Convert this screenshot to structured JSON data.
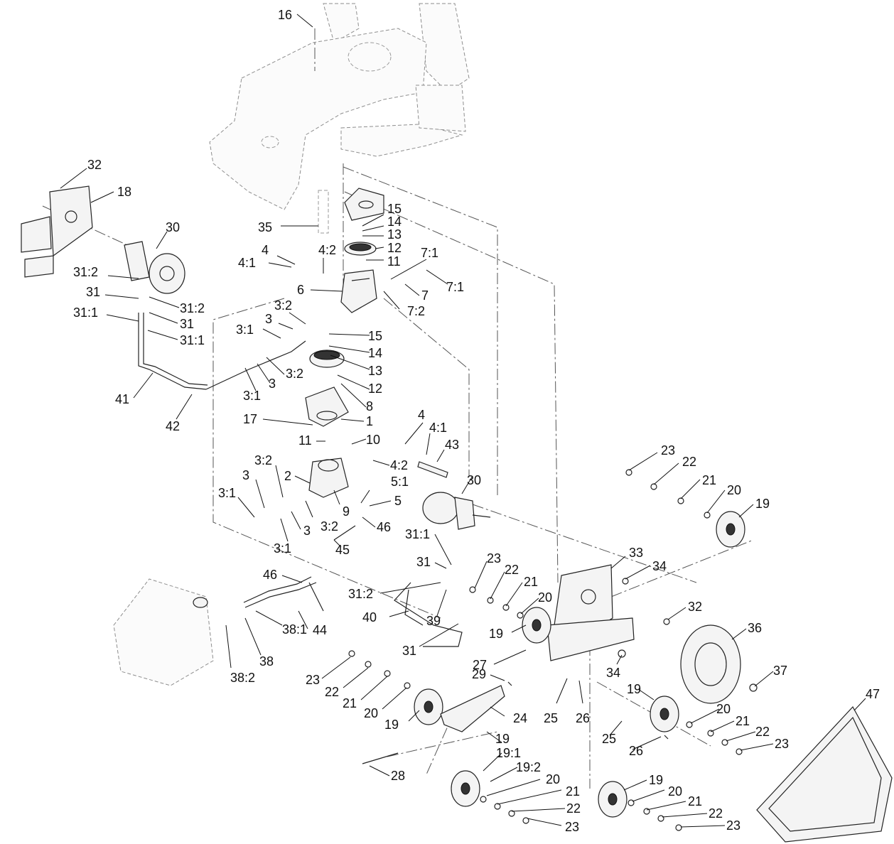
{
  "labels": {
    "l16": "16",
    "l32a": "32",
    "l18": "18",
    "l30a": "30",
    "l35": "35",
    "l15a": "15",
    "l14a": "14",
    "l13a": "13",
    "l12a": "12",
    "l11a": "11",
    "l4a": "4",
    "l4_1a": "4:1",
    "l4_2a": "4:2",
    "l7_1a": "7:1",
    "l7_1b": "7:1",
    "l7": "7",
    "l7_2": "7:2",
    "l6": "6",
    "l31_2a": "31:2",
    "l31a": "31",
    "l31_1a": "31:1",
    "l31_2b": "31:2",
    "l31b": "31",
    "l31_1b": "31:1",
    "l3_2a": "3:2",
    "l3a": "3",
    "l3_1a": "3:1",
    "l15b": "15",
    "l14b": "14",
    "l13b": "13",
    "l12b": "12",
    "l8": "8",
    "l3_2b": "3:2",
    "l3b": "3",
    "l3_1b": "3:1",
    "l41": "41",
    "l42": "42",
    "l17": "17",
    "l1": "1",
    "l11b": "11",
    "l10": "10",
    "l4b": "4",
    "l4_1b": "4:1",
    "l43": "43",
    "l4_2b": "4:2",
    "l3_2c": "3:2",
    "l3c": "3",
    "l3_1c": "3:1",
    "l2": "2",
    "l5_1": "5:1",
    "l5": "5",
    "l9": "9",
    "l3_2d": "3:2",
    "l3d": "3",
    "l3_1d": "3:1",
    "l46a": "46",
    "l45": "45",
    "l46b": "46",
    "l30b": "30",
    "l31_1c": "31:1",
    "l31c": "31",
    "l31_2c": "31:2",
    "l40": "40",
    "l39": "39",
    "l31d": "31",
    "l44": "44",
    "l38_1": "38:1",
    "l38": "38",
    "l38_2": "38:2",
    "l23a": "23",
    "l22a": "22",
    "l21a": "21",
    "l20a": "20",
    "l19a": "19",
    "l33": "33",
    "l34a": "34",
    "l32b": "32",
    "l23b": "23",
    "l22b": "22",
    "l21b": "21",
    "l20b": "20",
    "l19b": "19",
    "l36": "36",
    "l37": "37",
    "l34b": "34",
    "l27": "27",
    "l29": "29",
    "l25a": "25",
    "l26a": "26",
    "l24": "24",
    "l23c": "23",
    "l22c": "22",
    "l21c": "21",
    "l20c": "20",
    "l19c": "19",
    "l19d": "19",
    "l20d": "20",
    "l21d": "21",
    "l22d": "22",
    "l23d": "23",
    "l25b": "25",
    "l26b": "26",
    "l47": "47",
    "l19e": "19",
    "l19_1": "19:1",
    "l19_2": "19:2",
    "l20e": "20",
    "l21e": "21",
    "l22e": "22",
    "l23e": "23",
    "l28": "28",
    "l19f": "19",
    "l20f": "20",
    "l21f": "21",
    "l22f": "22",
    "l23f": "23"
  }
}
